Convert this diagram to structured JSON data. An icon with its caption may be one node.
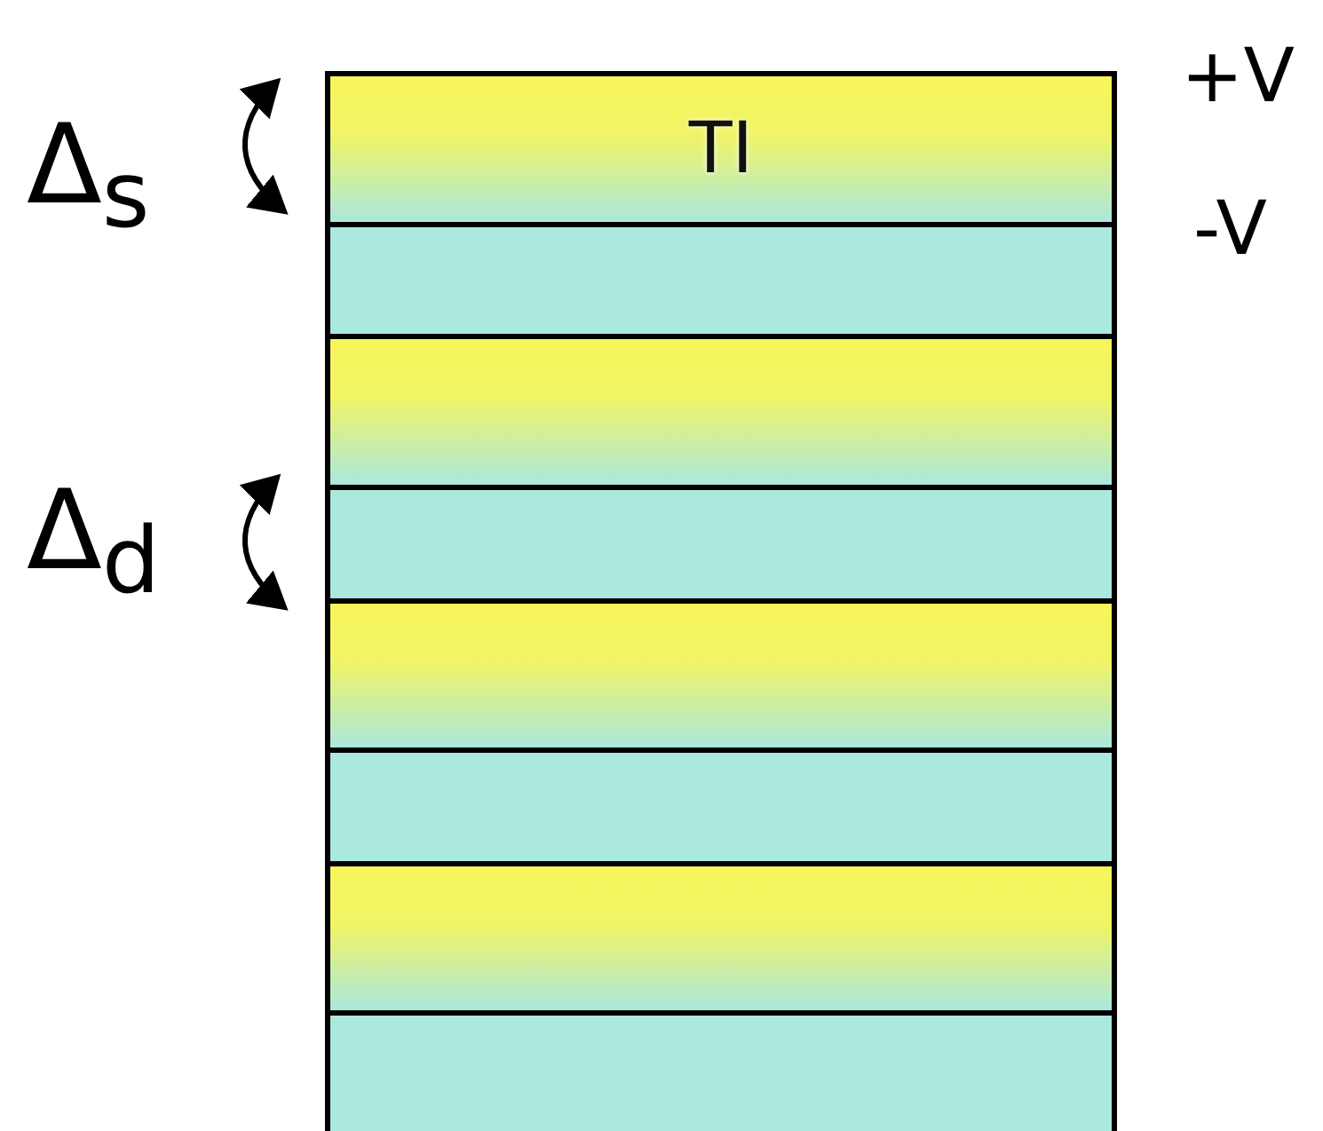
{
  "diagram": {
    "nodes": [
      {
        "text": [
          "TI"
        ]
      },
      {
        "text": [],
        "shape": "box"
      },
      {
        "text": [],
        "shape": "box"
      },
      {
        "text": [],
        "shape": "box"
      },
      {
        "text": [],
        "shape": "box"
      },
      {
        "text": [],
        "shape": "box"
      },
      {
        "text": [],
        "shape": "box"
      },
      {
        "text": [],
        "shape": "box"
      }
    ],
    "labels": [
      "+V",
      "Δ$_{s}$",
      "-V",
      "Δ$_{d}$"
    ]
  }
}
